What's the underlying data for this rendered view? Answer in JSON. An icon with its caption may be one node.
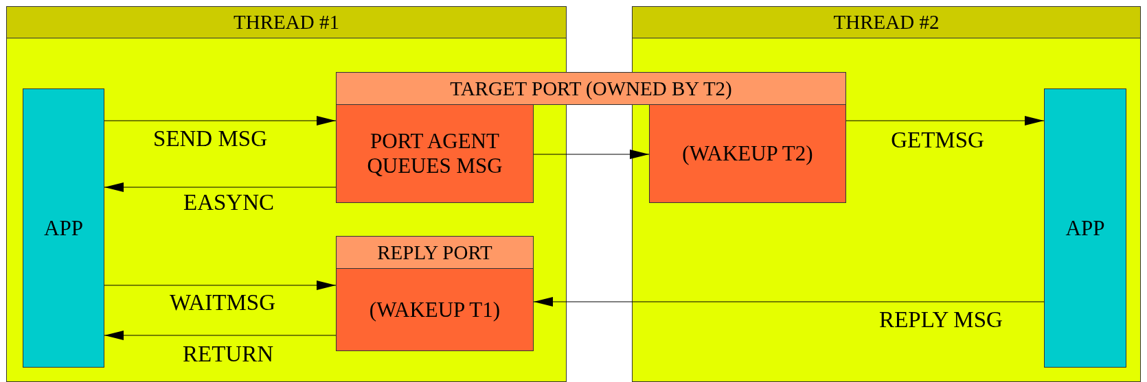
{
  "diagram": {
    "nodes": [
      {
        "text": [
          "THREAD #1"
        ]
      },
      {
        "text": [
          "APP"
        ],
        "in": 0
      },
      {
        "text": [
          "TARGET PORT (OWNED BY T2)"
        ]
      },
      {
        "text": [
          "PORT AGENT QUEUES MSG"
        ],
        "in": 0
      },
      {
        "text": [
          "(WAKEUP T2)"
        ],
        "in": 7
      },
      {
        "text": [
          "REPLY PORT"
        ],
        "in": 0
      },
      {
        "text": [
          "(WAKEUP T1)"
        ],
        "in": 0
      },
      {
        "text": [
          "THREAD #2"
        ]
      },
      {
        "text": [
          "APP"
        ],
        "in": 7
      }
    ],
    "edges": [
      {
        "from": 1,
        "to": 3,
        "arrow": "to",
        "label": "SEND MSG"
      },
      {
        "from": 3,
        "to": 1,
        "arrow": "to",
        "label": "EASYNC"
      },
      {
        "from": 3,
        "to": 4,
        "arrow": "to"
      },
      {
        "from": 4,
        "to": 8,
        "arrow": "to",
        "label": "GETMSG"
      },
      {
        "from": 1,
        "to": 6,
        "arrow": "to",
        "label": "WAITMSG"
      },
      {
        "from": 6,
        "to": 1,
        "arrow": "to",
        "label": "RETURN"
      },
      {
        "from": 8,
        "to": 6,
        "arrow": "to",
        "label": "REPLY MSG"
      }
    ]
  }
}
